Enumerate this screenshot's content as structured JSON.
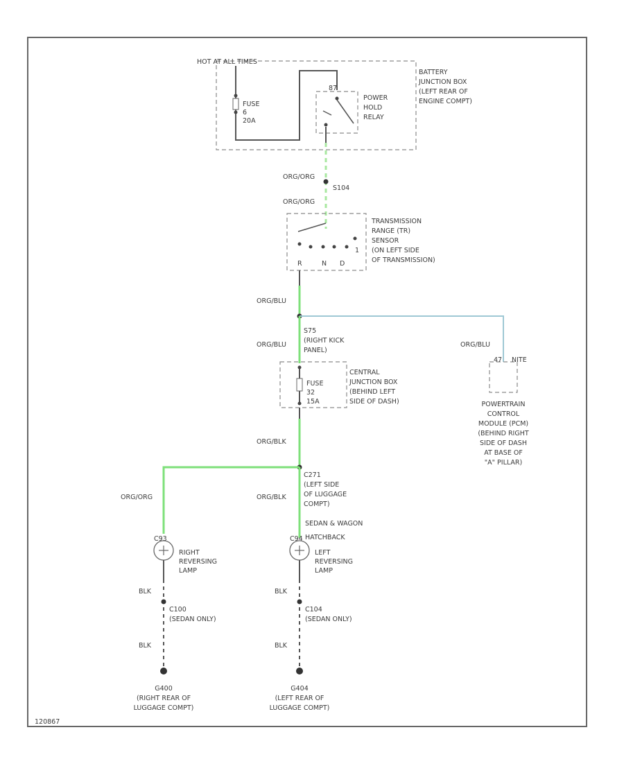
{
  "colors": {
    "wire_org_org": "#a8e8a0",
    "wire_org_lg": "#7ee07a",
    "wire_org_lb": "#9ec8d4",
    "wire_blk": "#555555"
  },
  "battery_box": {
    "hot_label": "HOT AT ALL TIMES",
    "fuse_lines": [
      "FUSE",
      "6",
      "20A"
    ],
    "relay_lines": [
      "POWER",
      "HOLD",
      "RELAY"
    ],
    "relay_pin": "87",
    "location_lines": [
      "BATTERY",
      "JUNCTION BOX",
      "(LEFT REAR OF",
      "ENGINE COMPT)"
    ]
  },
  "wire_labels": {
    "w1": "ORG/ORG",
    "splice_s104": "S104",
    "w2": "ORG/ORG",
    "w3": "ORG/BLU",
    "w4": "ORG/BLU",
    "w_pcm": "ORG/BLU",
    "w5": "ORG/BLK",
    "w_right": "ORG/ORG",
    "w_left": "ORG/BLK",
    "blk1": "BLK",
    "blk2": "BLK",
    "blk3": "BLK",
    "blk4": "BLK"
  },
  "tr_sensor": {
    "lines": [
      "TRANSMISSION",
      "RANGE (TR)",
      "SENSOR",
      "(ON LEFT SIDE",
      "OF TRANSMISSION)"
    ],
    "pin_labels": [
      "R",
      "N",
      "D",
      "1"
    ]
  },
  "splice_s75": {
    "lines": [
      "S75",
      "(RIGHT KICK",
      "PANEL)"
    ]
  },
  "central_box": {
    "fuse_lines": [
      "FUSE",
      "32",
      "15A"
    ],
    "location_lines": [
      "CENTRAL",
      "JUNCTION BOX",
      "(BEHIND LEFT",
      "SIDE OF DASH)"
    ]
  },
  "pcm": {
    "pin": "47",
    "pin_id": "NITE",
    "lines": [
      "POWERTRAIN",
      "CONTROL",
      "MODULE (PCM)",
      "(BEHIND RIGHT",
      "SIDE OF DASH",
      "AT BASE OF",
      "\"A\" PILLAR)"
    ]
  },
  "splice_c271": {
    "lines": [
      "C271",
      "(LEFT SIDE",
      "OF LUGGAGE",
      "COMPT)"
    ]
  },
  "variant_labels": [
    "SEDAN & WAGON",
    "HATCHBACK"
  ],
  "right_lamp": {
    "connector": "C93",
    "lines": [
      "RIGHT",
      "REVERSING",
      "LAMP"
    ],
    "connector_low": "C100",
    "conn_note": [
      "(SEDAN ONLY)"
    ],
    "ground": [
      "G400",
      "(RIGHT REAR OF",
      "LUGGAGE COMPT)"
    ]
  },
  "left_lamp": {
    "connector": "C94",
    "lines": [
      "LEFT",
      "REVERSING",
      "LAMP"
    ],
    "connector_low": "C104",
    "conn_note": [
      "(SEDAN ONLY)"
    ],
    "ground": [
      "G404",
      "(LEFT REAR OF",
      "LUGGAGE COMPT)"
    ]
  },
  "footer_id": "120867"
}
